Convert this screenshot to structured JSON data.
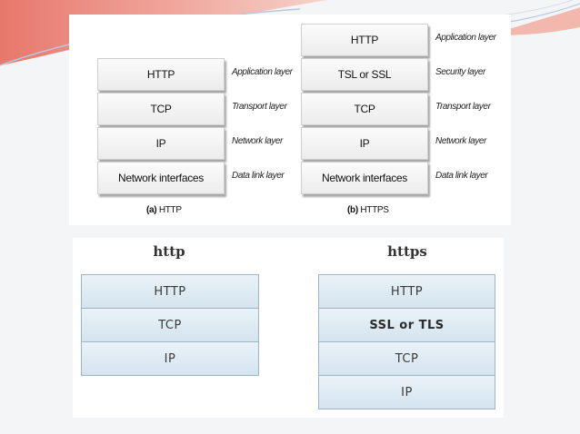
{
  "top": {
    "http_stack": [
      {
        "protocol": "HTTP",
        "layer": "Application layer"
      },
      {
        "protocol": "TCP",
        "layer": "Transport layer"
      },
      {
        "protocol": "IP",
        "layer": "Network layer"
      },
      {
        "protocol": "Network interfaces",
        "layer": "Data link layer"
      }
    ],
    "https_stack": [
      {
        "protocol": "HTTP",
        "layer": "Application layer"
      },
      {
        "protocol": "TSL or SSL",
        "layer": "Security layer"
      },
      {
        "protocol": "TCP",
        "layer": "Transport layer"
      },
      {
        "protocol": "IP",
        "layer": "Network layer"
      },
      {
        "protocol": "Network interfaces",
        "layer": "Data link layer"
      }
    ],
    "caption_a_label": "(a)",
    "caption_a_text": "HTTP",
    "caption_b_label": "(b)",
    "caption_b_text": "HTTPS"
  },
  "bottom": {
    "http_title": "http",
    "https_title": "https",
    "http_layers": [
      "HTTP",
      "TCP",
      "IP"
    ],
    "https_layers": [
      "HTTP",
      "SSL or TLS",
      "TCP",
      "IP"
    ]
  },
  "colors": {
    "swoosh_red": "#e8857a",
    "layer_blue": "#d4e4ef"
  }
}
